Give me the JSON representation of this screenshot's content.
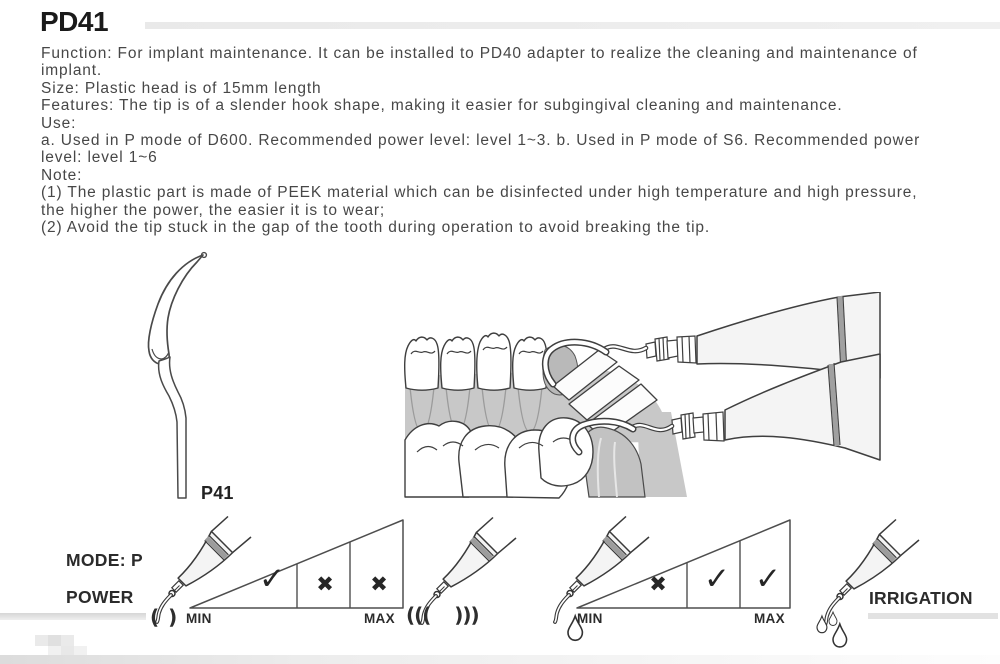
{
  "page": {
    "title": "PD41"
  },
  "description": {
    "lines": [
      "Function: For implant maintenance. It can be installed to PD40 adapter to realize the cleaning and maintenance of",
      "implant.",
      "Size: Plastic head is of 15mm length",
      "Features: The tip is of a slender hook shape, making it easier for subgingival cleaning and maintenance.",
      "Use:",
      "a. Used in P mode of D600. Recommended power level: level 1~3. b. Used in P mode of S6. Recommended power",
      "level: level 1~6",
      "Note:",
      "(1) The plastic part is made of PEEK material which can be disinfected under high temperature and high pressure,",
      "the higher the power, the easier it is to wear;",
      "(2) Avoid the tip stuck in the gap of the tooth during operation to avoid breaking the tip."
    ]
  },
  "tip_figure": {
    "label": "P41"
  },
  "power_diagram": {
    "mode_label": "MODE: P",
    "power_label": "POWER",
    "min_label": "MIN",
    "max_label": "MAX",
    "cells": [
      "✓",
      "✖",
      "✖"
    ],
    "weak_vibration_icon": "( )",
    "strong_vibration_icon": "(((    )))"
  },
  "irrigation_diagram": {
    "label": "IRRIGATION",
    "min_label": "MIN",
    "max_label": "MAX",
    "cells": [
      "✖",
      "✓",
      "✓"
    ]
  },
  "colors": {
    "title": "#1a1a1a",
    "body_text": "#474747",
    "header_rule": "#ededed",
    "line_art": "#3a3a3a",
    "gum_fill": "#c8c8c8",
    "label_text": "#2b2b2b"
  }
}
